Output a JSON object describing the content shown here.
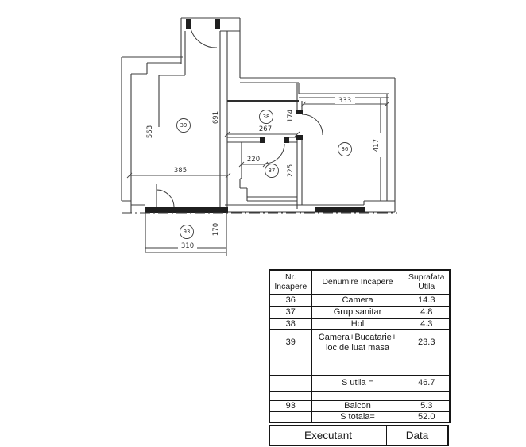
{
  "plan": {
    "labels": {
      "d563": "563",
      "d691": "691",
      "d385": "385",
      "d267": "267",
      "d174": "174",
      "d220": "220",
      "d225": "225",
      "d333": "333",
      "d417": "417",
      "d170": "170",
      "d310": "310",
      "r36": "36",
      "r37": "37",
      "r38": "38",
      "r39": "39",
      "r93": "93"
    }
  },
  "table": {
    "col_headers": [
      "Nr. Incapere",
      "Denumire Incapere",
      "Suprafata Utila"
    ],
    "rows": [
      {
        "nr": "36",
        "name": "Camera",
        "area": "14.3"
      },
      {
        "nr": "37",
        "name": "Grup sanitar",
        "area": "4.8"
      },
      {
        "nr": "38",
        "name": "Hol",
        "area": "4.3"
      },
      {
        "nr": "39",
        "name": "Camera+Bucatarie+ loc de luat masa",
        "area": "23.3"
      },
      {
        "nr": "",
        "name": "",
        "area": ""
      },
      {
        "nr": "",
        "name": "",
        "area": ""
      },
      {
        "nr": "",
        "name": "S utila =",
        "area": "46.7"
      },
      {
        "nr": "",
        "name": "",
        "area": ""
      },
      {
        "nr": "93",
        "name": "Balcon",
        "area": "5.3"
      },
      {
        "nr": "",
        "name": "S totala=",
        "area": "52.0"
      }
    ],
    "footer": {
      "executant": "Executant",
      "data": "Data"
    }
  }
}
